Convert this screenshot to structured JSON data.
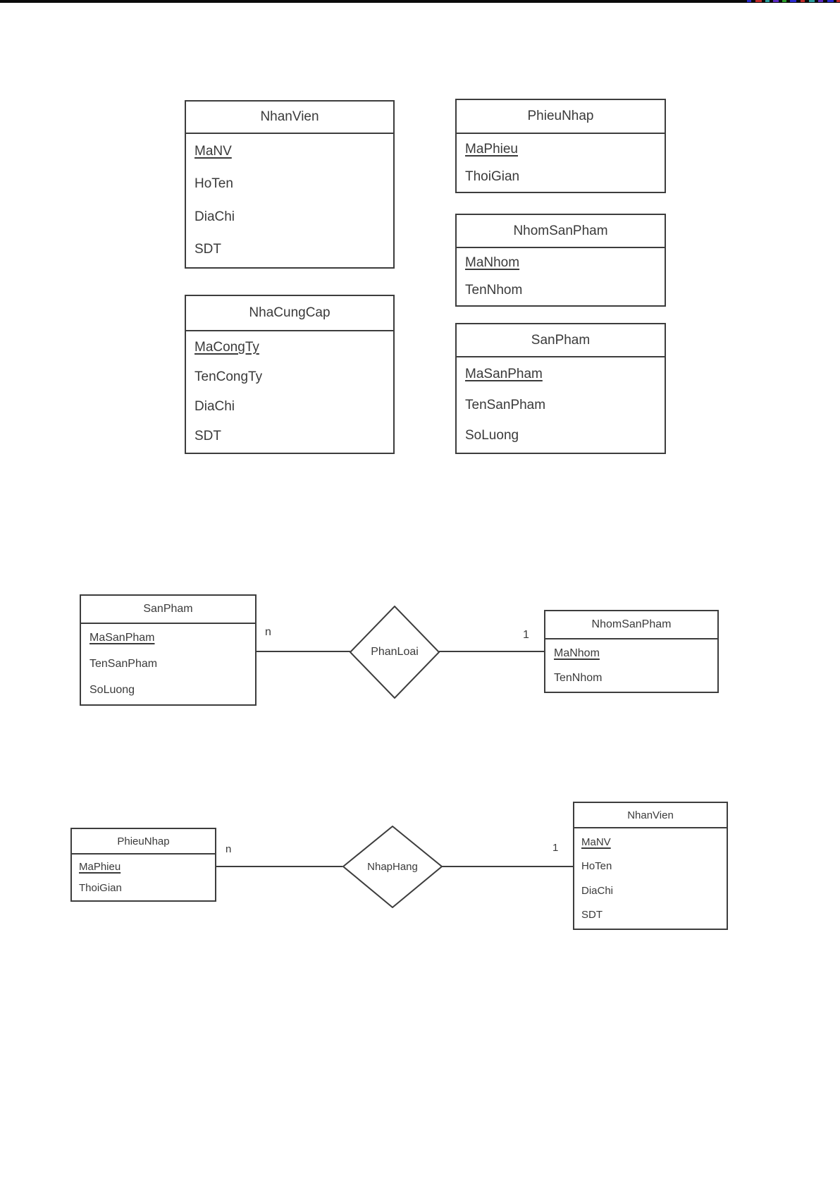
{
  "tables": [
    {
      "name": "NhanVien",
      "section": "schema",
      "fields": [
        {
          "label": "MaNV",
          "pk": true
        },
        {
          "label": "HoTen",
          "pk": false
        },
        {
          "label": "DiaChi",
          "pk": false
        },
        {
          "label": "SDT",
          "pk": false
        }
      ]
    },
    {
      "name": "PhieuNhap",
      "section": "schema",
      "fields": [
        {
          "label": "MaPhieu",
          "pk": true
        },
        {
          "label": "ThoiGian",
          "pk": false
        }
      ]
    },
    {
      "name": "NhomSanPham",
      "section": "schema",
      "fields": [
        {
          "label": "MaNhom",
          "pk": true
        },
        {
          "label": "TenNhom",
          "pk": false
        }
      ]
    },
    {
      "name": "NhaCungCap",
      "section": "schema",
      "fields": [
        {
          "label": "MaCongTy",
          "pk": true
        },
        {
          "label": "TenCongTy",
          "pk": false
        },
        {
          "label": "DiaChi",
          "pk": false
        },
        {
          "label": "SDT",
          "pk": false
        }
      ]
    },
    {
      "name": "SanPham",
      "section": "schema",
      "fields": [
        {
          "label": "MaSanPham",
          "pk": true
        },
        {
          "label": "TenSanPham",
          "pk": false
        },
        {
          "label": "SoLuong",
          "pk": false
        }
      ]
    },
    {
      "name": "SanPham",
      "section": "er-phanloai",
      "fields": [
        {
          "label": "MaSanPham",
          "pk": true
        },
        {
          "label": "TenSanPham",
          "pk": false
        },
        {
          "label": "SoLuong",
          "pk": false
        }
      ]
    },
    {
      "name": "NhomSanPham",
      "section": "er-phanloai",
      "fields": [
        {
          "label": "MaNhom",
          "pk": true
        },
        {
          "label": "TenNhom",
          "pk": false
        }
      ]
    },
    {
      "name": "PhieuNhap",
      "section": "er-nhaphang",
      "fields": [
        {
          "label": "MaPhieu",
          "pk": true
        },
        {
          "label": "ThoiGian",
          "pk": false
        }
      ]
    },
    {
      "name": "NhanVien",
      "section": "er-nhaphang",
      "fields": [
        {
          "label": "MaNV",
          "pk": true
        },
        {
          "label": "HoTen",
          "pk": false
        },
        {
          "label": "DiaChi",
          "pk": false
        },
        {
          "label": "SDT",
          "pk": false
        }
      ]
    }
  ],
  "relationships": [
    {
      "name": "PhanLoai",
      "left_entity": "SanPham",
      "left_cardinality": "n",
      "right_entity": "NhomSanPham",
      "right_cardinality": "1"
    },
    {
      "name": "NhapHang",
      "left_entity": "PhieuNhap",
      "left_cardinality": "n",
      "right_entity": "NhanVien",
      "right_cardinality": "1"
    }
  ],
  "colors": {
    "line": "#3d3d3d",
    "text": "#3a3a3a",
    "background": "#ffffff",
    "bottom_bar": "#0a0a0a"
  }
}
